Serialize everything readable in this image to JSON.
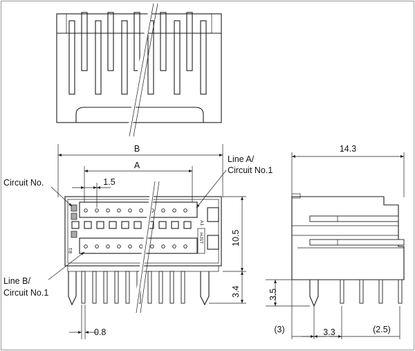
{
  "labels": {
    "dim_b": "B",
    "dim_a": "A",
    "pitch": "1.5",
    "circuit_no": "Circuit No.",
    "line_a_1": "Line A/",
    "line_a_2": "Circuit No.1",
    "line_b_1": "Line B/",
    "line_b_2": "Circuit No.1",
    "height": "10.5",
    "pin_len": "3.4",
    "pin_w": "0.8",
    "side_width": "14.3",
    "side_pin_len": "3.5",
    "side_offset": "(3)",
    "side_pitch": "3.3",
    "side_end": "(2.5)",
    "mark_a1": "A1",
    "mark_b1": "B1",
    "mark_brand": "HJST"
  }
}
